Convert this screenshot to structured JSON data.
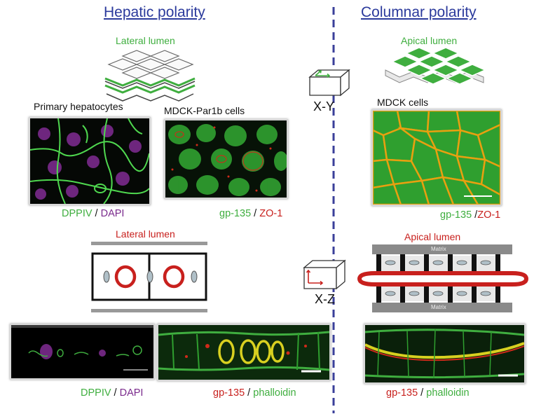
{
  "headings": {
    "left": "Hepatic polarity",
    "right": "Columnar polarity"
  },
  "colors": {
    "green": "#3fae3f",
    "red": "#c8201d",
    "purple": "#7a2a8c",
    "heading": "#2b3a9c",
    "divider": "#3a3f9a"
  },
  "top": {
    "lateral_lumen": "Lateral lumen",
    "apical_lumen": "Apical lumen",
    "primary_hepatocytes": "Primary hepatocytes",
    "mdck_par1b": "MDCK-Par1b cells",
    "mdck": "MDCK cells",
    "axis": "X-Y",
    "cap1": {
      "a": "DPPIV",
      "sep": " / ",
      "b": "DAPI"
    },
    "cap2": {
      "a": "gp-135",
      "sep": " / ",
      "b": "ZO-1"
    },
    "cap3": {
      "a": "gp-135",
      "sep": " /",
      "b": "ZO-1"
    }
  },
  "bottom": {
    "lateral_lumen": "Lateral lumen",
    "apical_lumen": "Apical lumen",
    "matrix_top": "Matrix",
    "matrix_bottom": "Matrix",
    "axis": "X-Z",
    "cap1": {
      "a": "DPPIV",
      "sep": " / ",
      "b": "DAPI"
    },
    "cap2": {
      "a": "gp-135",
      "sep": " / ",
      "b": "phalloidin"
    },
    "cap3": {
      "a": "gp-135",
      "sep": " / ",
      "b": "phalloidin"
    }
  }
}
